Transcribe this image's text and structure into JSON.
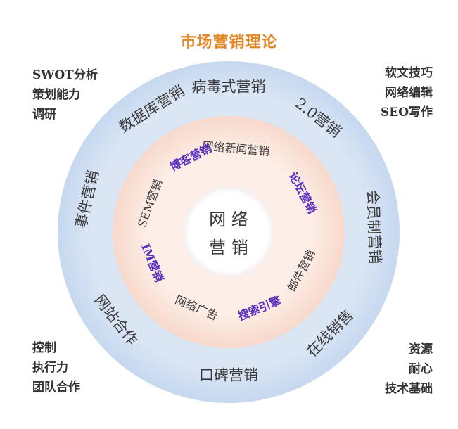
{
  "title": "市场营销理论",
  "center": {
    "line1": "网 络",
    "line2": "营 销"
  },
  "outer_ring": [
    {
      "label": "病毒式营销",
      "angle": 0
    },
    {
      "label": "2.0营销",
      "angle": 38
    },
    {
      "label": "会员制营销",
      "angle": 88
    },
    {
      "label": "在线销售",
      "angle": 135
    },
    {
      "label": "口碑营销",
      "angle": 180
    },
    {
      "label": "网站合作",
      "angle": 232
    },
    {
      "label": "事件营销",
      "angle": 283
    },
    {
      "label": "数据库营销",
      "angle": 328
    }
  ],
  "inner_ring": [
    {
      "label": "网络新闻营销",
      "angle": 5,
      "highlight": false
    },
    {
      "label": "论坛营销",
      "angle": 62,
      "highlight": true
    },
    {
      "label": "邮件营销",
      "angle": 118,
      "highlight": false
    },
    {
      "label": "搜索引擎",
      "angle": 158,
      "highlight": true
    },
    {
      "label": "网络广告",
      "angle": 203,
      "highlight": false
    },
    {
      "label": "IM营销",
      "angle": 248,
      "highlight": true
    },
    {
      "label": "SEM营销",
      "angle": 290,
      "highlight": false
    },
    {
      "label": "博客营销",
      "angle": 333,
      "highlight": true
    }
  ],
  "corners": {
    "top_left": [
      "SWOT分析",
      "策划能力",
      "调研"
    ],
    "top_right": [
      "软文技巧",
      "网络编辑",
      "SEO写作"
    ],
    "bottom_left": [
      "控制",
      "执行力",
      "团队合作"
    ],
    "bottom_right": [
      "资源",
      "耐心",
      "技术基础"
    ]
  },
  "colors": {
    "title": "#e3892a",
    "outer_ring": "#d3e1f3",
    "inner_ring": "#fbe5da",
    "center": "#ffffff",
    "text": "#3a3a3a",
    "highlight": "#5a2fbf"
  }
}
